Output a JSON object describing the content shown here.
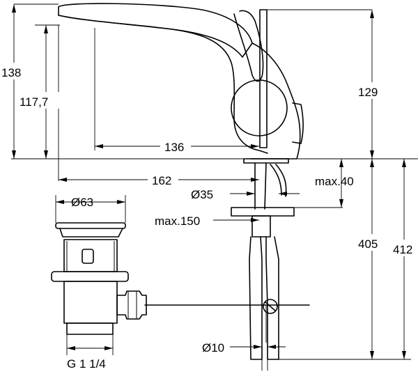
{
  "drawing": {
    "dimensions": {
      "height_total": "138",
      "height_spout": "117,7",
      "height_body": "129",
      "spout_reach": "136",
      "reach_to_waste": "162",
      "waste_diameter": "Ø63",
      "hole_diameter": "Ø35",
      "max_thickness": "max.40",
      "max_rod": "max.150",
      "depth_405": "405",
      "depth_412": "412",
      "rod_diameter": "Ø10",
      "waste_thread": "G 1 1/4"
    }
  }
}
